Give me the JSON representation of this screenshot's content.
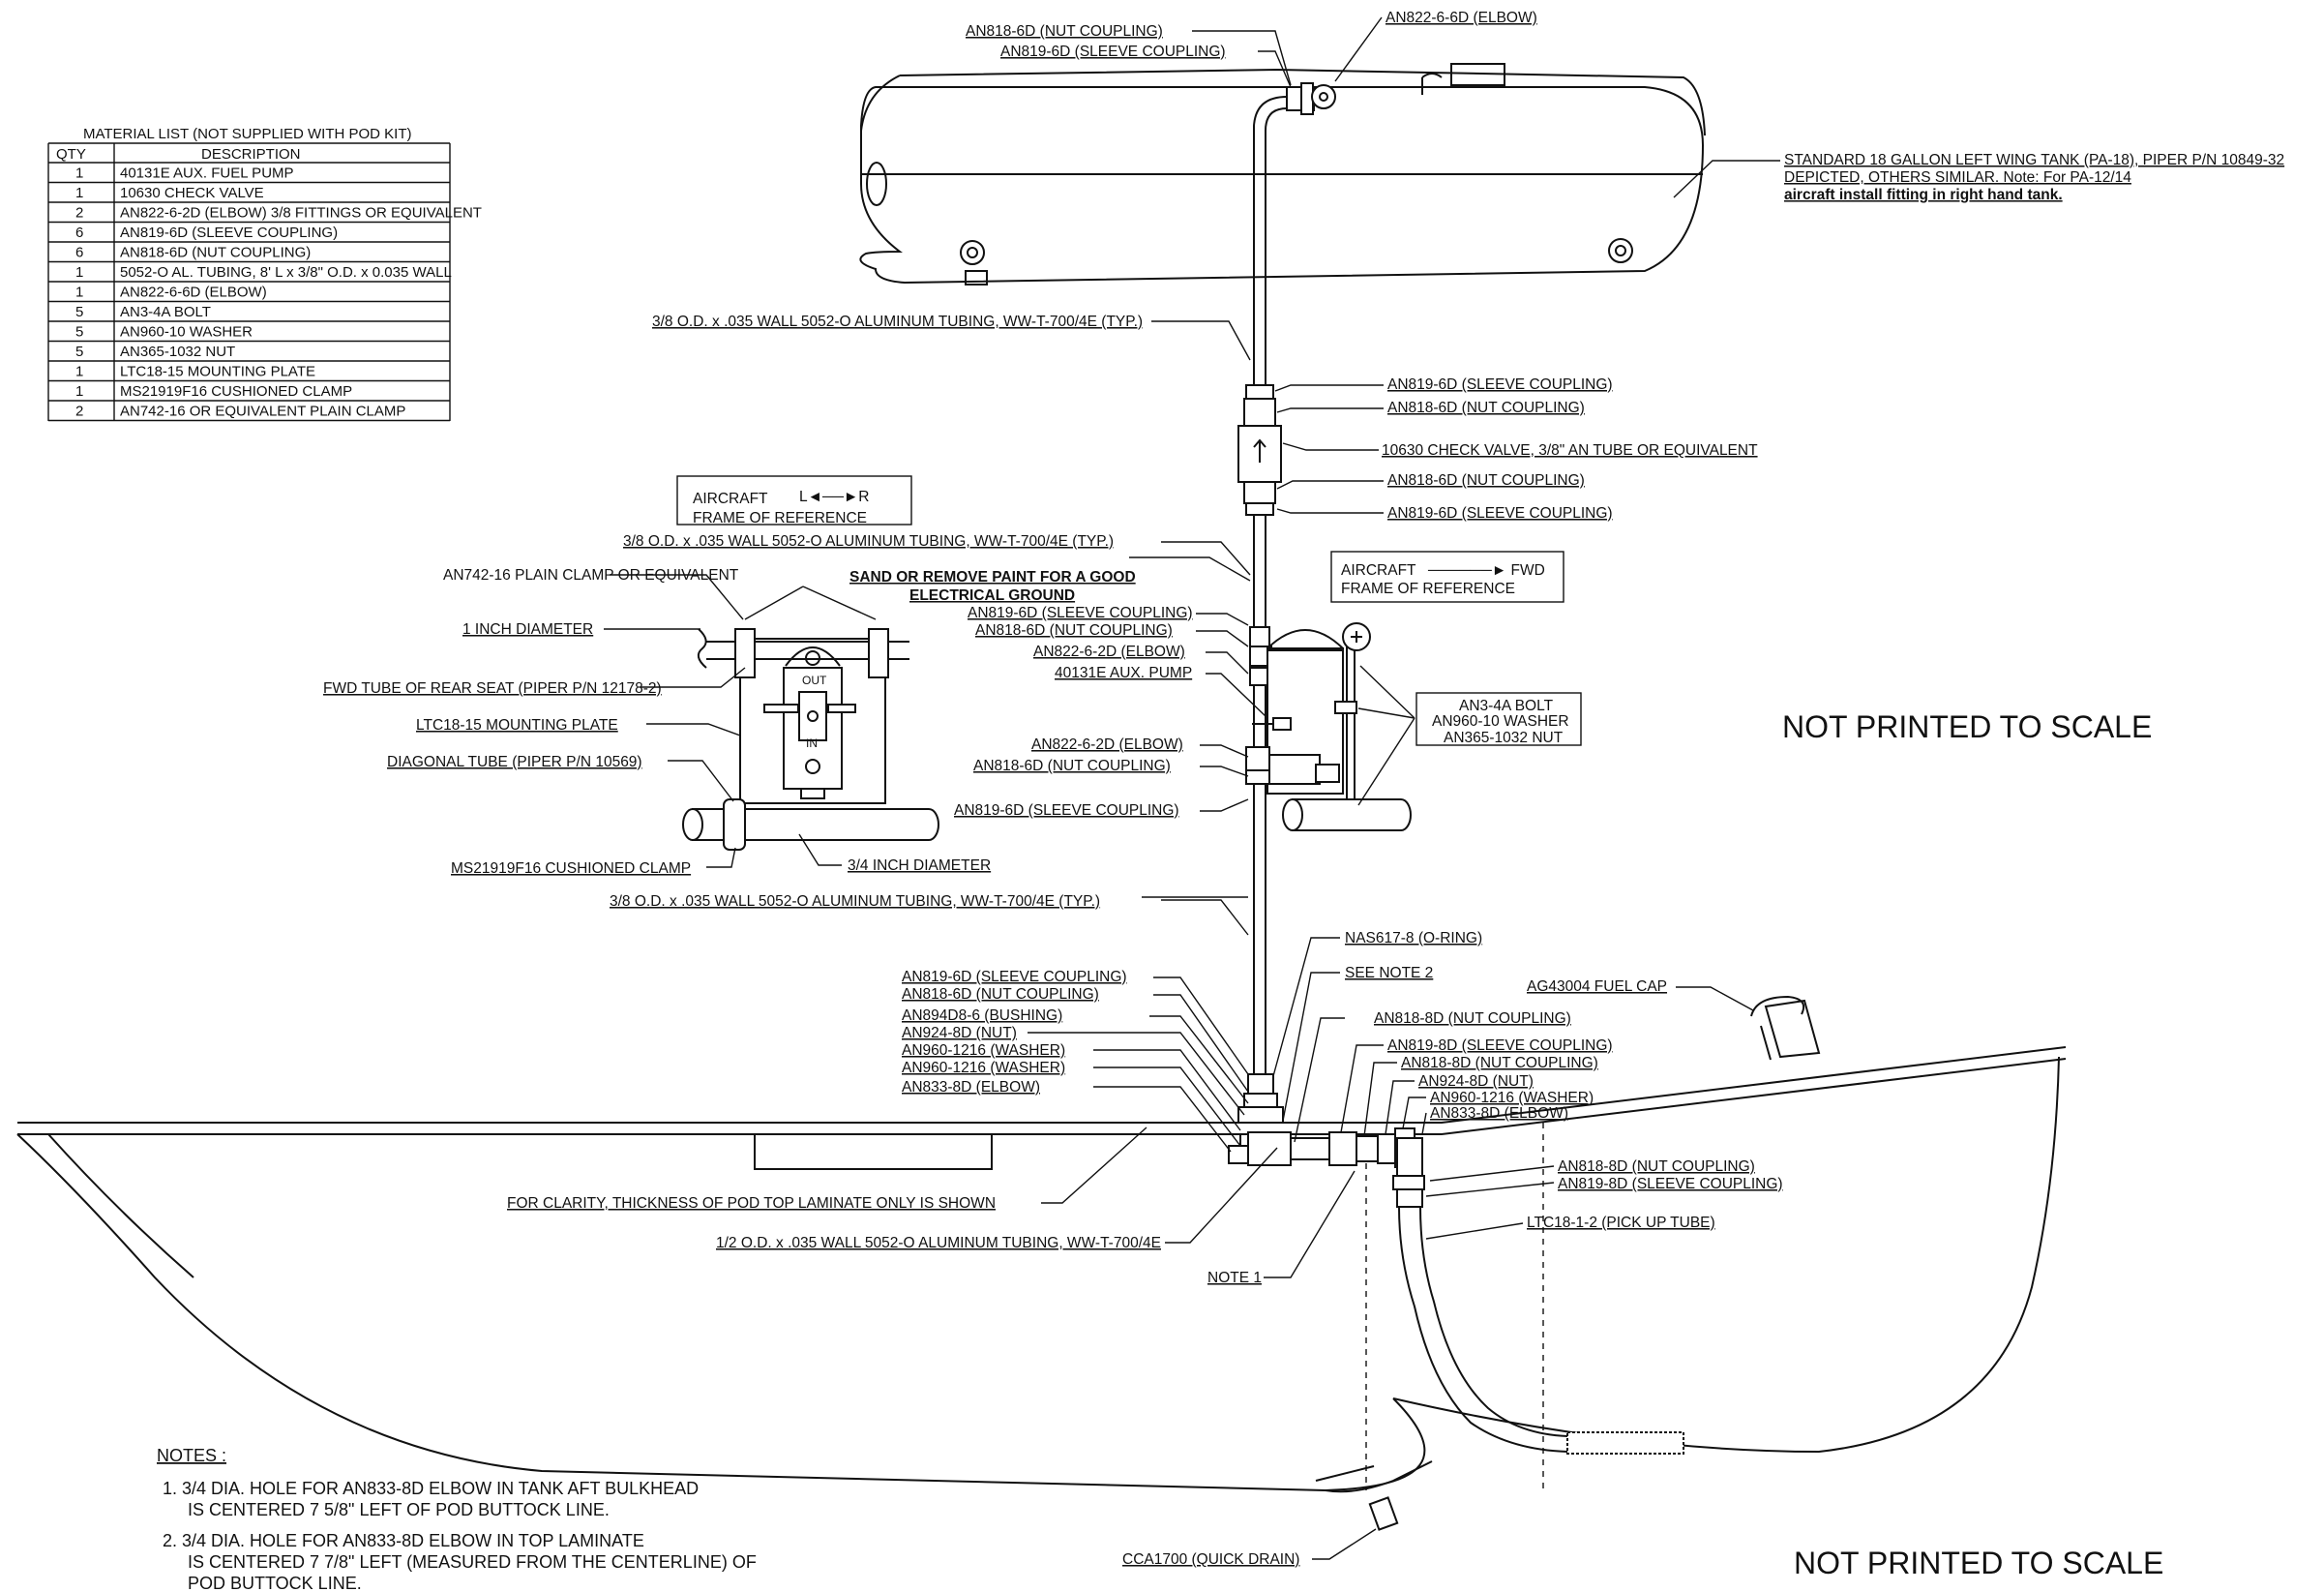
{
  "scale_notes": [
    "NOT PRINTED TO SCALE",
    "NOT PRINTED TO SCALE"
  ],
  "material_list": {
    "title": "MATERIAL LIST (NOT SUPPLIED WITH POD KIT)",
    "headers": [
      "QTY",
      "DESCRIPTION"
    ],
    "rows": [
      {
        "qty": "1",
        "desc": "40131E AUX. FUEL PUMP"
      },
      {
        "qty": "1",
        "desc": "10630 CHECK VALVE"
      },
      {
        "qty": "2",
        "desc": "AN822-6-2D (ELBOW) 3/8 FITTINGS OR EQUIVALENT"
      },
      {
        "qty": "6",
        "desc": "AN819-6D (SLEEVE COUPLING)"
      },
      {
        "qty": "6",
        "desc": "AN818-6D (NUT COUPLING)"
      },
      {
        "qty": "1",
        "desc": "5052-O AL. TUBING, 8' L x 3/8\" O.D. x 0.035 WALL"
      },
      {
        "qty": "1",
        "desc": "AN822-6-6D (ELBOW)"
      },
      {
        "qty": "5",
        "desc": "AN3-4A BOLT"
      },
      {
        "qty": "5",
        "desc": "AN960-10 WASHER"
      },
      {
        "qty": "5",
        "desc": "AN365-1032 NUT"
      },
      {
        "qty": "1",
        "desc": "LTC18-15 MOUNTING PLATE"
      },
      {
        "qty": "1",
        "desc": "MS21919F16 CUSHIONED CLAMP"
      },
      {
        "qty": "2",
        "desc": "AN742-16 OR EQUIVALENT PLAIN CLAMP"
      }
    ]
  },
  "callouts": {
    "top_nut": "AN818-6D (NUT COUPLING)",
    "top_sleeve": "AN819-6D (SLEEVE COUPLING)",
    "top_elbow": "AN822-6-6D (ELBOW)",
    "tank_1": "STANDARD 18 GALLON LEFT WING TANK (PA-18), PIPER P/N 10849-32",
    "tank_2": "DEPICTED, OTHERS SIMILAR. Note:  For PA-12/14",
    "tank_3": "aircraft install fitting in right hand tank.",
    "tube_upper": "3/8 O.D. x .035 WALL 5052-O ALUMINUM TUBING, WW-T-700/4E (TYP.)",
    "cv_sleeve_top": "AN819-6D (SLEEVE COUPLING)",
    "cv_nut_top": "AN818-6D (NUT COUPLING)",
    "check_valve": "10630 CHECK VALVE, 3/8\" AN TUBE OR EQUIVALENT",
    "cv_nut_bot": "AN818-6D (NUT COUPLING)",
    "cv_sleeve_bot": "AN819-6D (SLEEVE COUPLING)",
    "frame_lr_1": "AIRCRAFT",
    "frame_lr_arrow": "L◄──►R",
    "frame_lr_2": "FRAME OF REFERENCE",
    "tube_mid": "3/8 O.D. x .035 WALL 5052-O ALUMINUM TUBING, WW-T-700/4E (TYP.)",
    "frame_fwd_1": "AIRCRAFT",
    "frame_fwd_arrow": "──────► FWD",
    "frame_fwd_2": "FRAME OF REFERENCE",
    "plain_clamp": "AN742-16 PLAIN CLAMP OR EQUIVALENT",
    "sand_1": "SAND OR REMOVE PAINT FOR A GOOD",
    "sand_2": "ELECTRICAL GROUND",
    "one_inch": "1 INCH DIAMETER",
    "fwd_tube": "FWD TUBE OF REAR SEAT (PIPER P/N 12178-2)",
    "mount_plate": "LTC18-15 MOUNTING PLATE",
    "diag_tube": "DIAGONAL TUBE (PIPER P/N 10569)",
    "cushion_clamp": "MS21919F16 CUSHIONED CLAMP",
    "three_quarter": "3/4 INCH DIAMETER",
    "pump_out": "OUT",
    "pump_in": "IN",
    "p_sleeve_top": "AN819-6D (SLEEVE COUPLING)",
    "p_nut_top": "AN818-6D (NUT COUPLING)",
    "p_elbow_top": "AN822-6-2D (ELBOW)",
    "aux_pump": "40131E AUX. PUMP",
    "p_elbow_bot": "AN822-6-2D (ELBOW)",
    "p_nut_bot": "AN818-6D (NUT COUPLING)",
    "p_sleeve_bot": "AN819-6D (SLEEVE COUPLING)",
    "bolt": "AN3-4A BOLT",
    "washer": "AN960-10 WASHER",
    "nut": "AN365-1032 NUT",
    "tube_lower": "3/8 O.D. x .035 WALL 5052-O ALUMINUM TUBING, WW-T-700/4E (TYP.)",
    "oring": "NAS617-8 (O-RING)",
    "see_note2": "SEE NOTE 2",
    "fuel_cap": "AG43004 FUEL CAP",
    "b_sleeve": "AN819-6D (SLEEVE COUPLING)",
    "b_nut": "AN818-6D (NUT COUPLING)",
    "b_bushing": "AN894D8-6 (BUSHING)",
    "b_an924": "AN924-8D (NUT)",
    "b_washer1": "AN960-1216 (WASHER)",
    "b_washer2": "AN960-1216 (WASHER)",
    "b_elbow": "AN833-8D (ELBOW)",
    "r_nut1": "AN818-8D (NUT COUPLING)",
    "r_sleeve1": "AN819-8D (SLEEVE COUPLING)",
    "r_nut2": "AN818-8D (NUT COUPLING)",
    "r_an924": "AN924-8D (NUT)",
    "r_washer": "AN960-1216 (WASHER)",
    "r_elbow": "AN833-8D (ELBOW)",
    "r_nut3": "AN818-8D (NUT COUPLING)",
    "r_sleeve3": "AN819-8D (SLEEVE COUPLING)",
    "pickup": "LTC18-1-2 (PICK UP TUBE)",
    "clarity": "FOR CLARITY, THICKNESS OF POD TOP LAMINATE ONLY IS SHOWN",
    "half_tube": "1/2 O.D. x .035 WALL 5052-O ALUMINUM TUBING, WW-T-700/4E",
    "note1": "NOTE 1",
    "quick_drain": "CCA1700 (QUICK DRAIN)"
  },
  "notes": {
    "heading": "NOTES :",
    "n1_a": "1.  3/4 DIA. HOLE FOR AN833-8D ELBOW IN TANK AFT BULKHEAD",
    "n1_b": "IS CENTERED 7 5/8\" LEFT OF POD BUTTOCK LINE.",
    "n2_a": "2.  3/4 DIA. HOLE FOR AN833-8D ELBOW  IN  TOP LAMINATE",
    "n2_b": "IS CENTERED 7 7/8\" LEFT (MEASURED FROM THE CENTERLINE) OF",
    "n2_c": "POD BUTTOCK LINE."
  }
}
